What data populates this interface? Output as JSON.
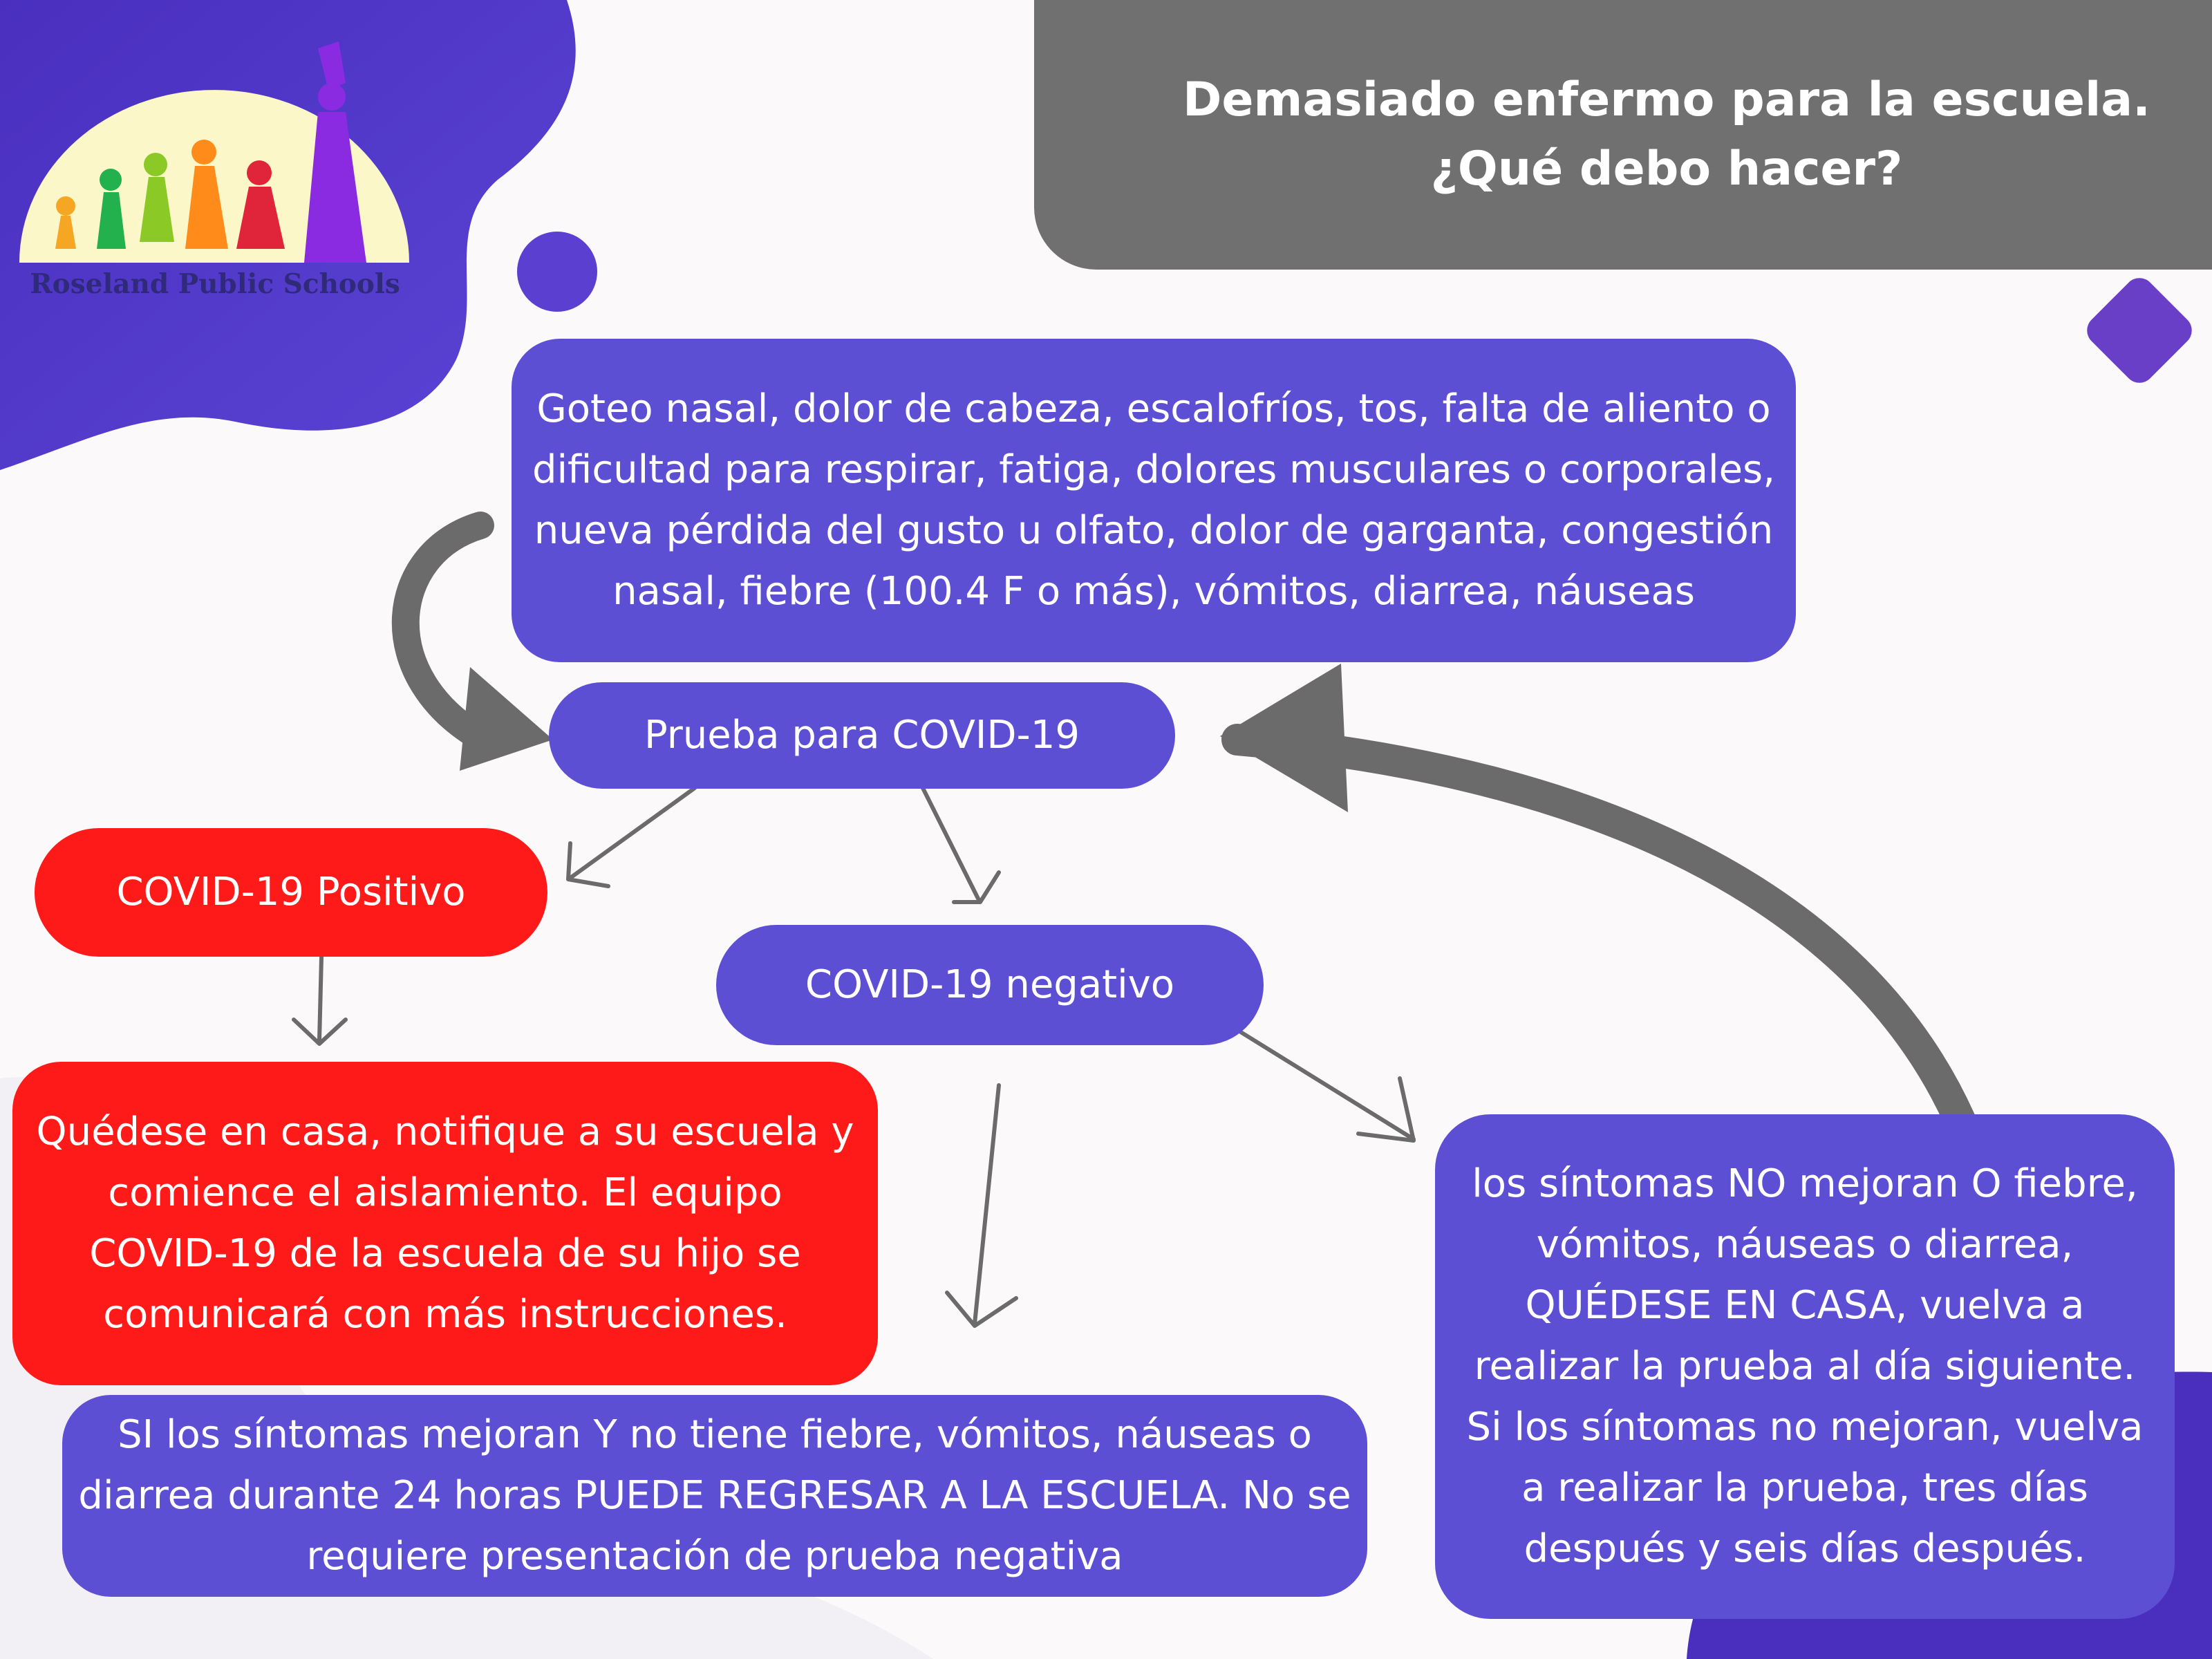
{
  "logo": {
    "text": "Roseland Public Schools"
  },
  "title": {
    "line1": "Demasiado enfermo para la escuela.",
    "line2": "¿Qué debo hacer?"
  },
  "nodes": {
    "symptoms": "Goteo nasal, dolor de cabeza, escalofríos, tos, falta de aliento o dificultad para respirar, fatiga, dolores musculares o corporales, nueva pérdida del gusto u olfato, dolor de garganta, congestión nasal, fiebre (100.4 F o más), vómitos, diarrea, náuseas",
    "test": "Prueba para COVID-19",
    "positive": "COVID-19 Positivo",
    "negative": "COVID-19 negativo",
    "stay_home": "Quédese en casa, notifique a su escuela y comience el aislamiento. El equipo COVID-19 de la escuela de su hijo se comunicará con más instrucciones.",
    "return": "SI los síntomas mejoran Y no tiene fiebre, vómitos, náuseas o diarrea durante 24 horas PUEDE REGRESAR A LA ESCUELA. No se requiere presentación de prueba negativa",
    "not_improve": "los síntomas NO mejoran O fiebre, vómitos, náuseas o diarrea, QUÉDESE EN CASA, vuelva a realizar la prueba al día siguiente. Si los síntomas no mejoran, vuelva a realizar la prueba, tres días después y seis días después."
  },
  "colors": {
    "purple": "#5d4fd3",
    "red": "#ff1a1a",
    "gray": "#707070",
    "arrow": "#6b6b6b"
  }
}
